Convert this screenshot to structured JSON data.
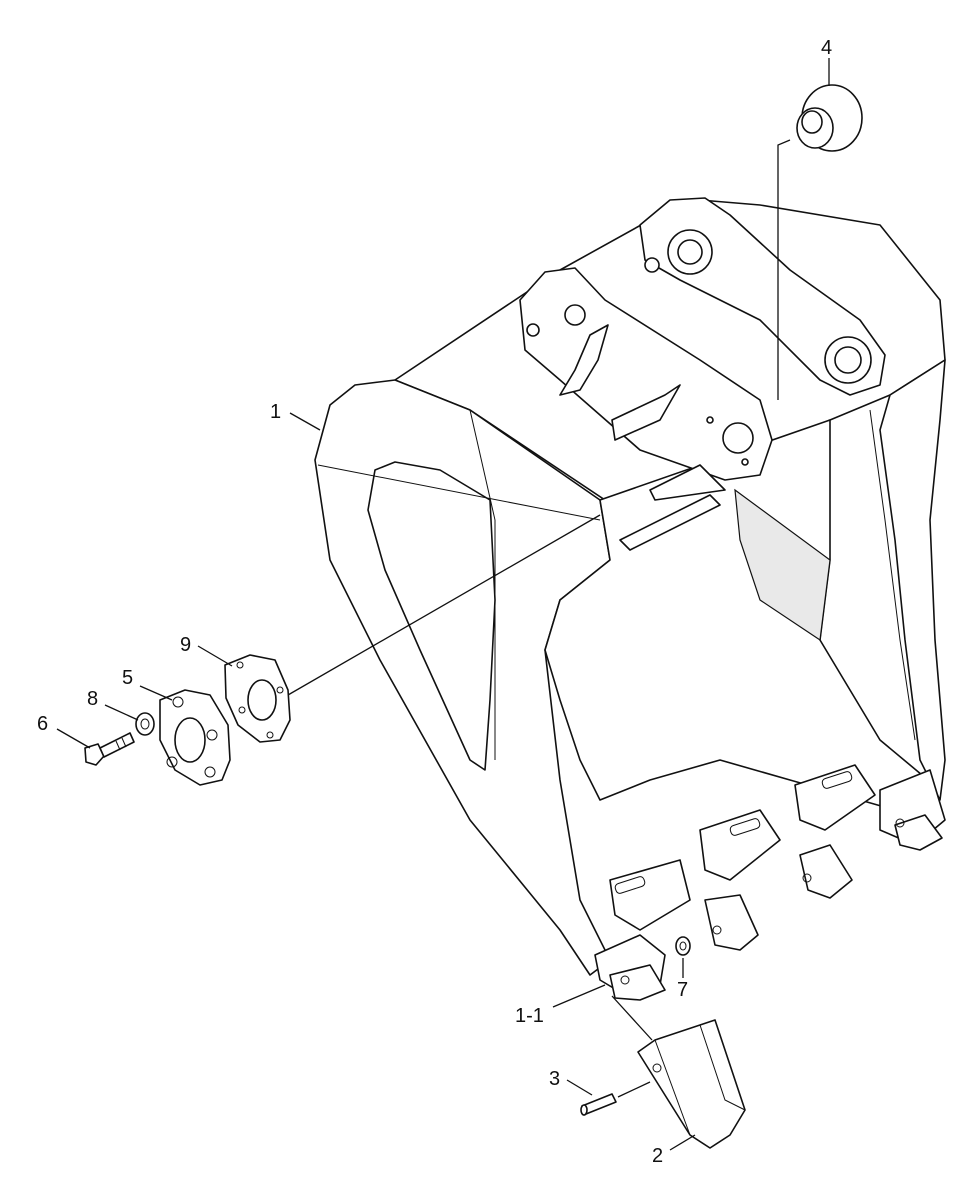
{
  "diagram": {
    "callouts": {
      "c1": "1",
      "c1_1": "1-1",
      "c2": "2",
      "c3": "3",
      "c4": "4",
      "c5": "5",
      "c6": "6",
      "c7": "7",
      "c8": "8",
      "c9": "9"
    }
  }
}
